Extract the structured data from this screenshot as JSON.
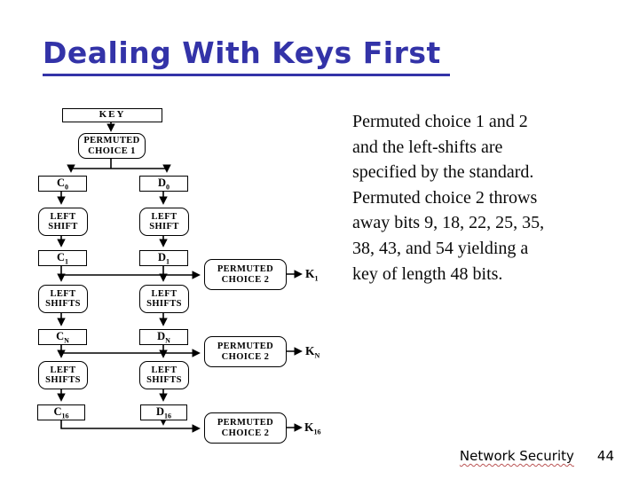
{
  "title": "Dealing With Keys First",
  "colors": {
    "title_accent": "#3333a8",
    "squiggle": "#bb5555"
  },
  "body": {
    "lines": [
      "Permuted choice 1 and 2",
      "and the left-shifts are",
      "specified by the standard.",
      "Permuted choice 2 throws",
      "away bits 9, 18, 22, 25, 35,",
      "38, 43, and 54 yielding a",
      "key of length 48 bits."
    ]
  },
  "diagram": {
    "key": "KEY",
    "pc1": {
      "line1": "PERMUTED",
      "line2": "CHOICE 1"
    },
    "pc2": {
      "line1": "PERMUTED",
      "line2": "CHOICE 2"
    },
    "left_shift": {
      "line1": "LEFT",
      "line2": "SHIFT"
    },
    "left_shifts": {
      "line1": "LEFT",
      "line2": "SHIFTS"
    },
    "nodes": {
      "c0": {
        "base": "C",
        "sub": "0"
      },
      "d0": {
        "base": "D",
        "sub": "0"
      },
      "c1": {
        "base": "C",
        "sub": "1"
      },
      "d1": {
        "base": "D",
        "sub": "1"
      },
      "cn": {
        "base": "C",
        "sub": "N"
      },
      "dn": {
        "base": "D",
        "sub": "N"
      },
      "c16": {
        "base": "C",
        "sub": "16"
      },
      "d16": {
        "base": "D",
        "sub": "16"
      },
      "k1": {
        "base": "K",
        "sub": "1"
      },
      "kn": {
        "base": "K",
        "sub": "N"
      },
      "k16": {
        "base": "K",
        "sub": "16"
      }
    }
  },
  "footer": {
    "label": "Network Security",
    "page": "44"
  }
}
